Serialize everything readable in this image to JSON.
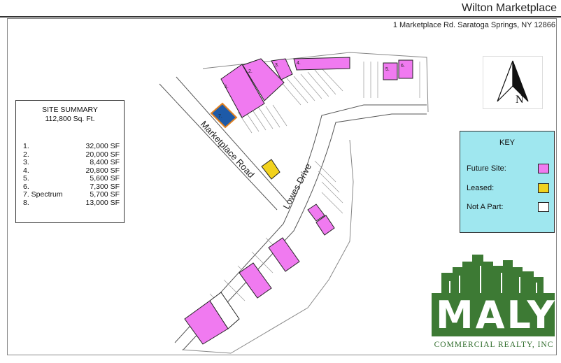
{
  "header": {
    "title": "Wilton Marketplace",
    "address": "1 Marketplace Rd. Saratoga Springs, NY 12866"
  },
  "summary": {
    "title": "SITE SUMMARY",
    "total": "112,800 Sq. Ft.",
    "rows": [
      {
        "label": "1.",
        "value": "32,000 SF"
      },
      {
        "label": "2.",
        "value": "20,000 SF"
      },
      {
        "label": "3.",
        "value": "8,400 SF"
      },
      {
        "label": "4.",
        "value": "20,800 SF"
      },
      {
        "label": "5.",
        "value": "5,600 SF"
      },
      {
        "label": "6.",
        "value": "7,300 SF"
      },
      {
        "label": "7. Spectrum",
        "value": "5,700 SF"
      },
      {
        "label": "8.",
        "value": "13,000 SF"
      }
    ]
  },
  "key": {
    "title": "KEY",
    "items": [
      {
        "label": "Future Site:",
        "color": "#f07af0"
      },
      {
        "label": "Leased:",
        "color": "#f2d21e"
      },
      {
        "label": "Not A Part:",
        "color": "#ffffff"
      }
    ]
  },
  "compass": {
    "label": "N"
  },
  "roads": {
    "marketplace": "Marketplace Road",
    "lowes": "Lowes Drive"
  },
  "buildings": {
    "b1": "1.",
    "b2": "2.",
    "b3": "3.",
    "b4": "4.",
    "b5": "5.",
    "b6": "6.",
    "b7": "7."
  },
  "logo": {
    "name": "MALY",
    "subtitle": "COMMERCIAL REALTY, INC"
  },
  "colors": {
    "future": "#f07af0",
    "leased": "#f2d21e",
    "key_bg": "#9fe7ef",
    "logo_green": "#3d7a34"
  }
}
